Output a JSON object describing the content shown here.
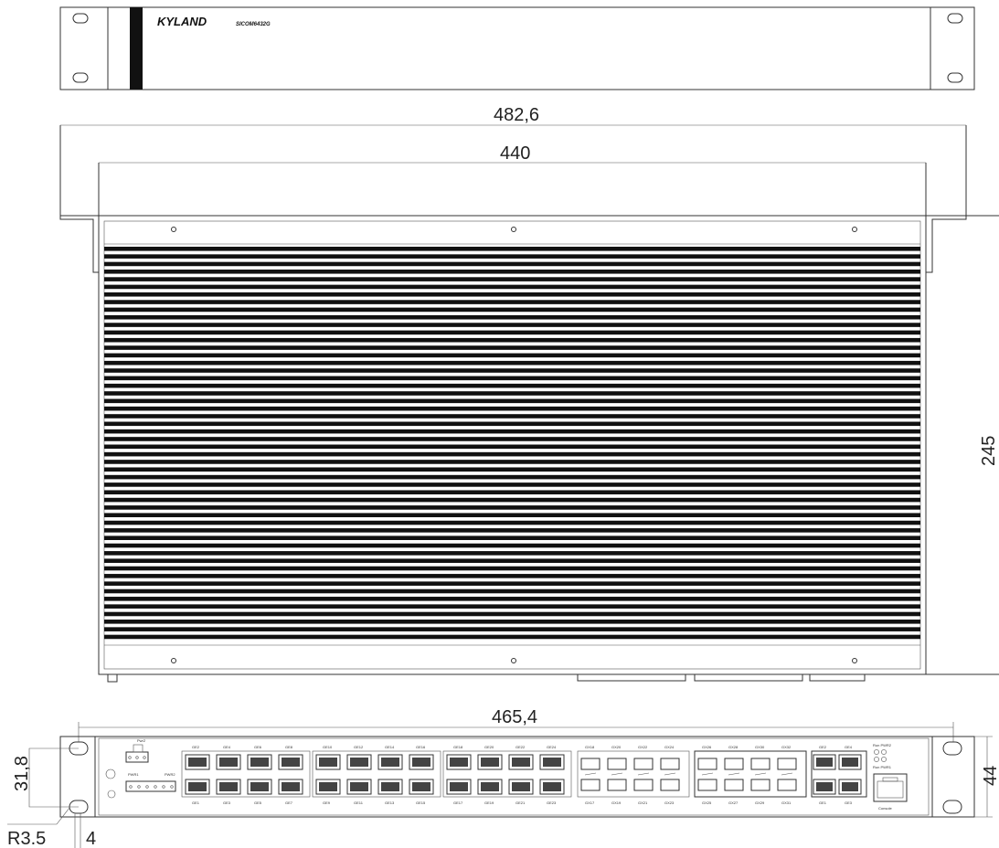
{
  "front_top": {
    "brand": "KYLAND",
    "model": "SICOM6432G"
  },
  "dimensions": {
    "rack_width": "482,6",
    "body_width": "440",
    "depth": "245",
    "mount_hole_spacing": "465,4",
    "hole_vertical": "31,8",
    "height": "44",
    "slot_radius": "R3.5",
    "slot_width": "4"
  },
  "heatsink_fin_count": 52,
  "front_panel": {
    "rj45_groups": [
      {
        "top": [
          "GE2",
          "GE4",
          "GE6",
          "GE8"
        ],
        "bottom": [
          "GE1",
          "GE3",
          "GE5",
          "GE7"
        ]
      },
      {
        "top": [
          "GE10",
          "GE12",
          "GE14",
          "GE16"
        ],
        "bottom": [
          "GE9",
          "GE11",
          "GE13",
          "GE15"
        ]
      },
      {
        "top": [
          "GE18",
          "GE20",
          "GE22",
          "GE24"
        ],
        "bottom": [
          "GE17",
          "GE19",
          "GE21",
          "GE23"
        ]
      }
    ],
    "sfp_groups": [
      {
        "top": [
          "GX18",
          "GX20",
          "GX22",
          "GX24"
        ],
        "bottom": [
          "GX17",
          "GX19",
          "GX21",
          "GX23"
        ]
      },
      {
        "top": [
          "GX26",
          "GX28",
          "GX30",
          "GX32"
        ],
        "bottom": [
          "GX25",
          "GX27",
          "GX29",
          "GX31"
        ]
      }
    ],
    "combo": {
      "top": [
        "GE2",
        "GE4"
      ],
      "bottom": [
        "GE1",
        "GE3"
      ]
    },
    "leds": {
      "top": "Run PWR2",
      "bottom": "Run PWR1"
    },
    "console": "Console",
    "power_labels": [
      "PWR1",
      "PWR2"
    ]
  }
}
